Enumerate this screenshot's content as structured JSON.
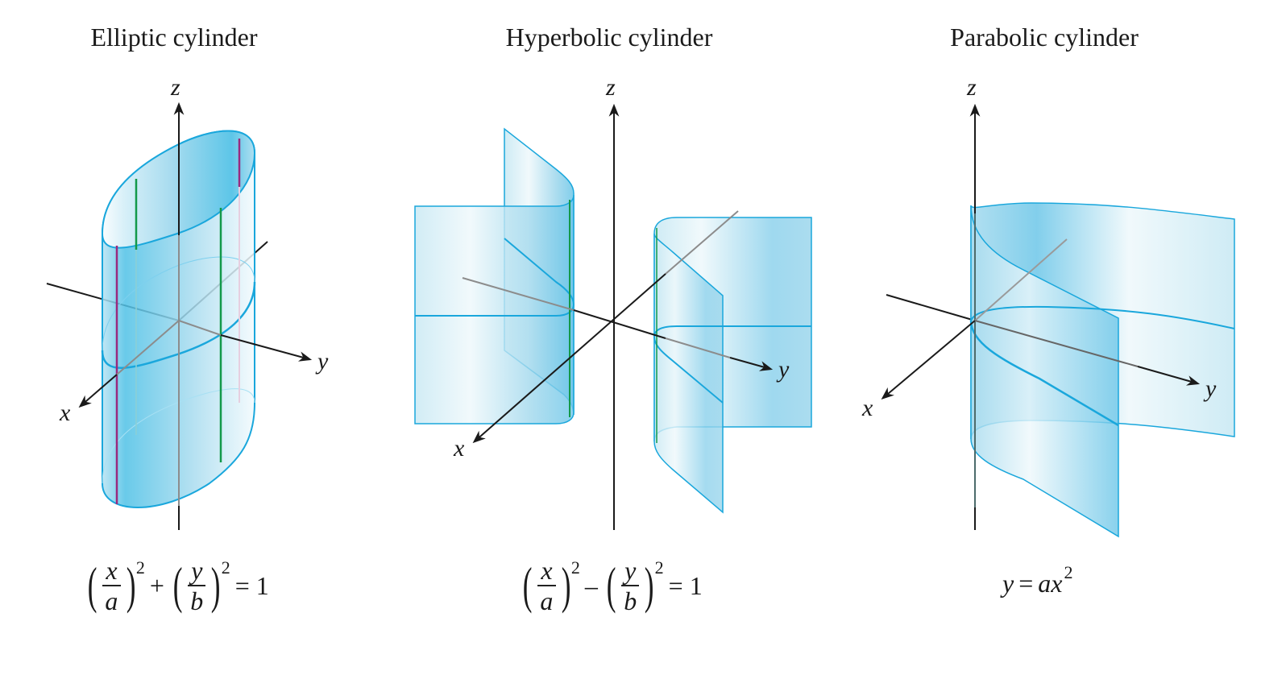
{
  "colors": {
    "surface_edge": "#1aa7dc",
    "surface_dark": "#4fc1e6",
    "surface_light": "#eaf6fa",
    "axis": "#1a1a1a",
    "hidden_axis": "#8c8c8c",
    "ruling_green": "#13994a",
    "ruling_purple": "#9a2a7e"
  },
  "panels": [
    {
      "id": "elliptic",
      "title": "Elliptic cylinder",
      "axes": {
        "z": "z",
        "x": "x",
        "y": "y"
      },
      "equation": {
        "left_num": "x",
        "left_den": "a",
        "op": "+",
        "right_num": "y",
        "right_den": "b",
        "exp": "2",
        "rhs": "= 1"
      }
    },
    {
      "id": "hyperbolic",
      "title": "Hyperbolic cylinder",
      "axes": {
        "z": "z",
        "x": "x",
        "y": "y"
      },
      "equation": {
        "left_num": "x",
        "left_den": "a",
        "op": "–",
        "right_num": "y",
        "right_den": "b",
        "exp": "2",
        "rhs": "= 1"
      }
    },
    {
      "id": "parabolic",
      "title": "Parabolic cylinder",
      "axes": {
        "z": "z",
        "x": "x",
        "y": "y"
      },
      "equation_text": {
        "lhs": "y",
        "eq": "=",
        "rhs": "ax",
        "exp": "2"
      }
    }
  ]
}
